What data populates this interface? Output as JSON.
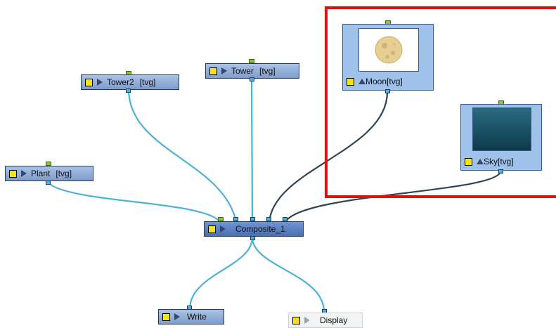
{
  "nodes": {
    "tower2": {
      "label": "Tower2",
      "type": "[tvg]"
    },
    "tower": {
      "label": "Tower",
      "type": "[tvg]"
    },
    "plant": {
      "label": "Plant",
      "type": "[tvg]"
    },
    "moon": {
      "label": "Moon",
      "type": "[tvg]"
    },
    "sky": {
      "label": "Sky",
      "type": "[tvg]"
    },
    "composite": {
      "label": "Composite_1"
    },
    "write": {
      "label": "Write"
    },
    "display": {
      "label": "Display"
    }
  },
  "colors": {
    "wire_selected": "#4db0d6",
    "wire_dark": "#2f4452",
    "highlight_box": "#e01010",
    "node_fill": "#8fabd6",
    "moon_disc": "#e7cf92",
    "sky_gradient_top": "#2b6a80"
  }
}
